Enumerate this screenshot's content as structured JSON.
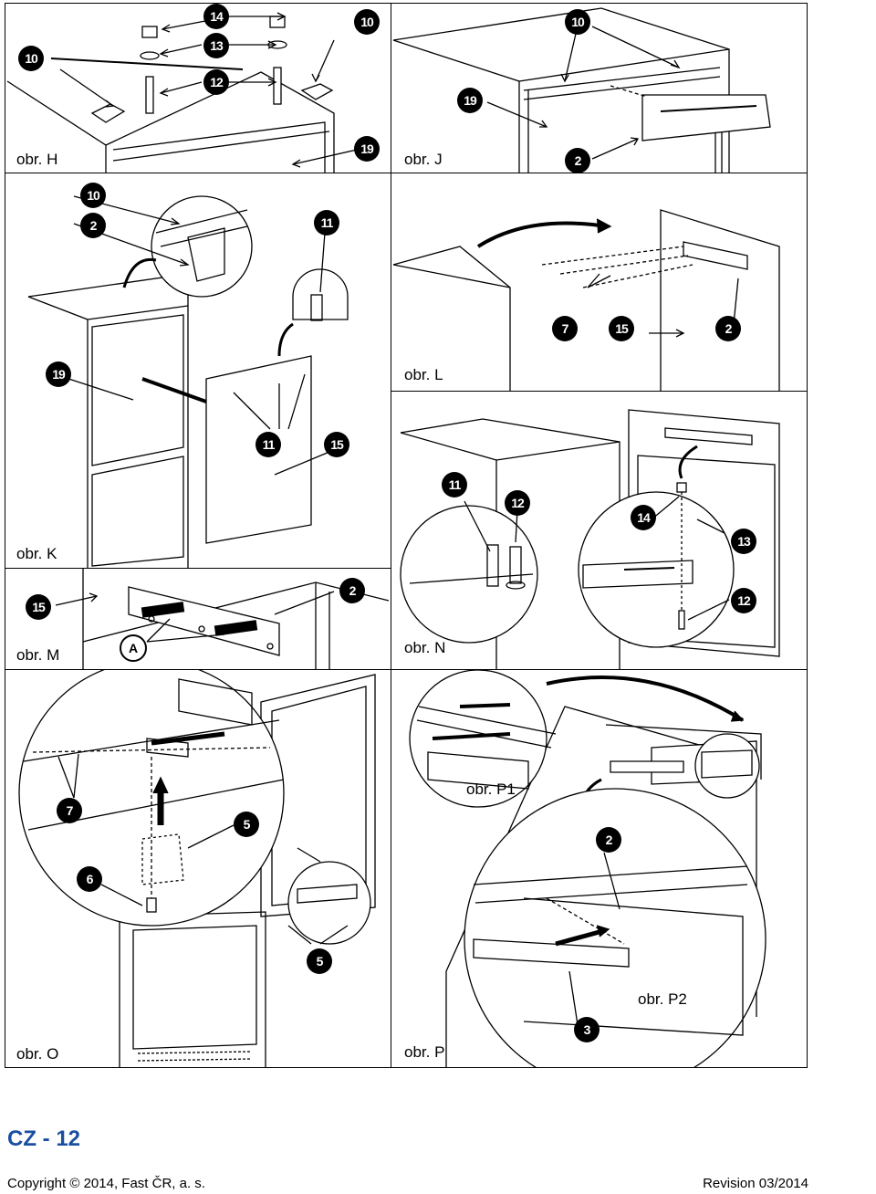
{
  "panels": {
    "h": {
      "caption": "obr. H",
      "nums": [
        "14",
        "13",
        "12",
        "10",
        "10",
        "19"
      ]
    },
    "j": {
      "caption": "obr. J",
      "nums": [
        "10",
        "19",
        "2"
      ]
    },
    "k": {
      "caption": "obr. K",
      "nums": [
        "10",
        "2",
        "11",
        "19",
        "11",
        "15"
      ]
    },
    "l": {
      "caption": "obr. L",
      "nums": [
        "7",
        "15",
        "2"
      ]
    },
    "m": {
      "caption": "obr. M",
      "nums": [
        "15",
        "2"
      ],
      "letter": "A"
    },
    "n": {
      "caption": "obr. N",
      "nums": [
        "11",
        "12",
        "14",
        "13",
        "12"
      ]
    },
    "o": {
      "caption": "obr. O",
      "nums": [
        "7",
        "5",
        "6",
        "5"
      ]
    },
    "p": {
      "caption": "obr. P",
      "subcaptions": {
        "p1": "obr. P1",
        "p2": "obr. P2"
      },
      "nums": [
        "2",
        "3"
      ]
    }
  },
  "footer": {
    "page_label": "CZ - 12",
    "copyright": "Copyright © 2014, Fast ČR, a. s.",
    "revision_label": "Revision",
    "revision_date": "03/2014"
  },
  "colors": {
    "accent": "#1a4fa0",
    "line": "#000000"
  }
}
